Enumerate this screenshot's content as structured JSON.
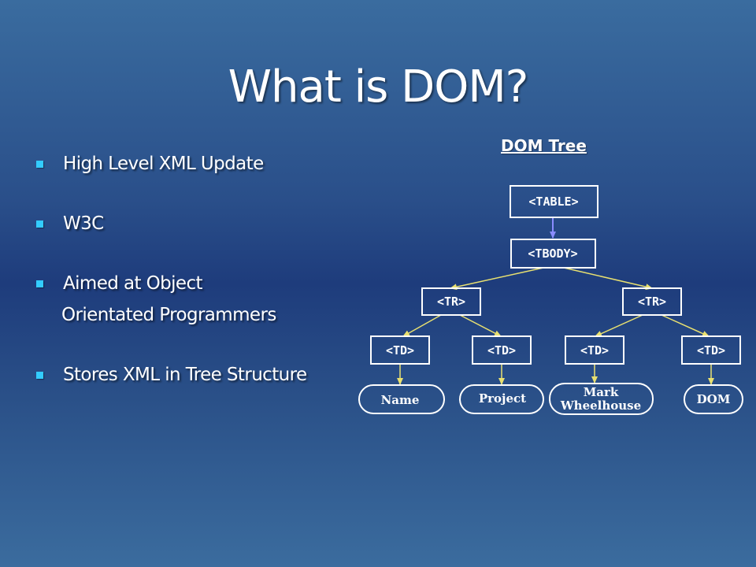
{
  "slide": {
    "title": "What is DOM?",
    "bullets": [
      {
        "line1": "High Level XML Update"
      },
      {
        "line1": "W3C"
      },
      {
        "line1": "Aimed at Object",
        "line2": "Orientated Programmers"
      },
      {
        "line1": "Stores XML in Tree Structure"
      }
    ],
    "bullet_color": "#33ccff"
  },
  "tree": {
    "heading": "DOM Tree",
    "nodes": {
      "table": "<TABLE>",
      "tbody": "<TBODY>",
      "tr_left": "<TR>",
      "tr_right": "<TR>",
      "td1": "<TD>",
      "td2": "<TD>",
      "td3": "<TD>",
      "td4": "<TD>"
    },
    "leaves": {
      "leaf1": "Name",
      "leaf2": "Project",
      "leaf3_line1": "Mark",
      "leaf3_line2": "Wheelhouse",
      "leaf4": "DOM"
    },
    "colors": {
      "node_border": "#ffffff",
      "arrow_yellow": "#e8e070",
      "arrow_blue": "#8a8cff"
    }
  }
}
